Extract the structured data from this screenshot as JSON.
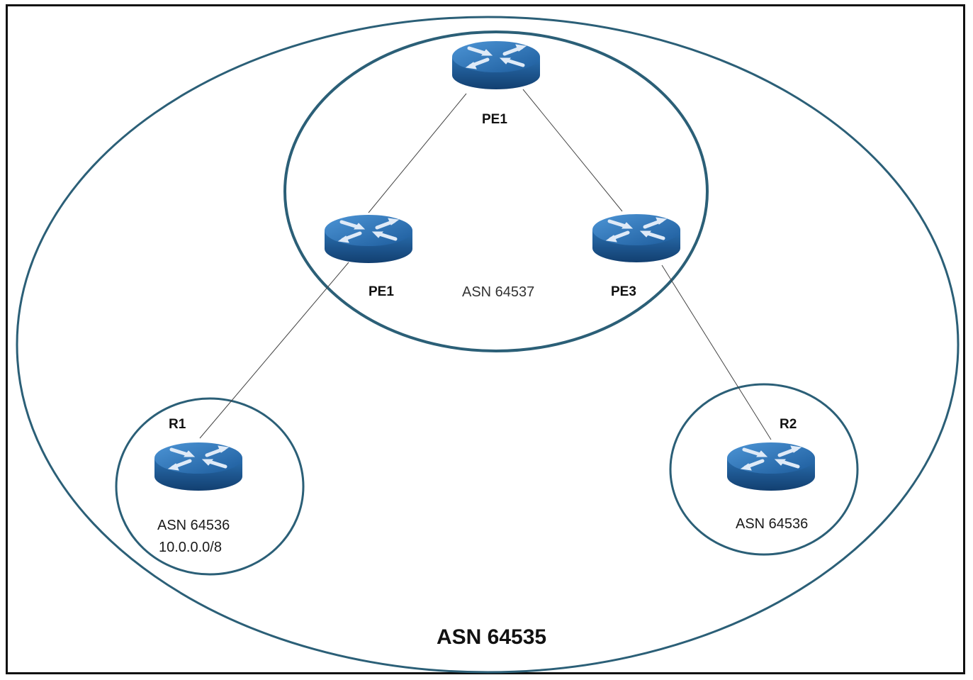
{
  "outer_zone": {
    "asn": "ASN 64535"
  },
  "core_zone": {
    "asn": "ASN 64537"
  },
  "routers": {
    "pe_top": {
      "label": "PE1"
    },
    "pe_left": {
      "label": "PE1"
    },
    "pe_right": {
      "label": "PE3"
    },
    "r1": {
      "label": "R1",
      "asn": "ASN 64536",
      "prefix": "10.0.0.0/8"
    },
    "r2": {
      "label": "R2",
      "asn": "ASN 64536"
    }
  },
  "colors": {
    "router_body": "#1f5f9e",
    "router_top": "#3f86c8",
    "zone_stroke": "#2b5f77"
  }
}
